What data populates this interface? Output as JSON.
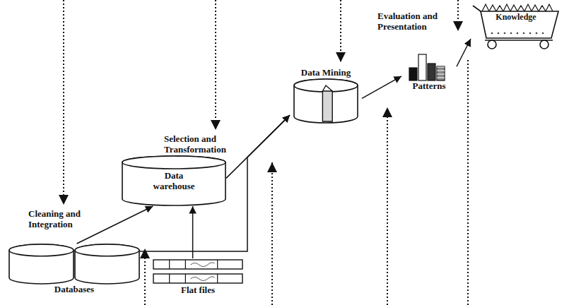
{
  "diagram": {
    "nodes": [
      {
        "text": [
          "Databases"
        ]
      },
      {
        "text": [
          "Flat files"
        ]
      },
      {
        "text": [
          "Data warehouse"
        ]
      },
      {
        "text": [
          "Data Mining"
        ]
      },
      {
        "text": [
          "Patterns"
        ]
      },
      {
        "text": [
          "Knowledge"
        ]
      }
    ],
    "edges": [
      {
        "from": 0,
        "to": 2,
        "arrow": "to"
      },
      {
        "from": 1,
        "to": 2,
        "arrow": "to"
      },
      {
        "from": 0,
        "to": 3,
        "arrow": "to"
      },
      {
        "from": 2,
        "to": 3,
        "arrow": "to"
      },
      {
        "from": 3,
        "to": 4,
        "arrow": "to"
      },
      {
        "from": 4,
        "to": 5,
        "arrow": "to"
      }
    ],
    "labels": [
      "Cleaning and Integration",
      "Selection and Transformation",
      "Evaluation and Presentation"
    ]
  }
}
